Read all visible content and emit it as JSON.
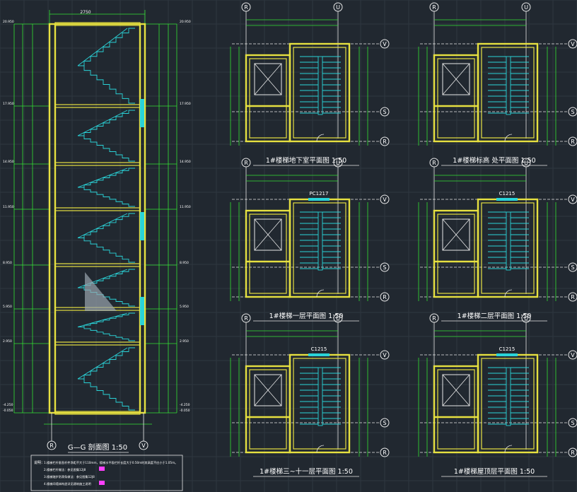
{
  "section": {
    "title": "G—G 剖面图  1:50",
    "axis_left": "R",
    "axis_right": "V",
    "top_dim": "2750",
    "elevations_left": [
      "20.950",
      "17.950",
      "14.950",
      "11.950",
      "8.950",
      "5.950",
      "2.950",
      "-0.050",
      "-4.250"
    ],
    "elevations_right": [
      "20.950",
      "17.950",
      "14.950",
      "11.950",
      "8.950",
      "5.950",
      "2.950",
      "-0.050",
      "-4.250"
    ]
  },
  "plans": [
    {
      "id": "basement",
      "title": "1#楼梯地下室平面图  1:50",
      "axis_left": "R",
      "axis_right": "U",
      "axis_top": "V",
      "axis_mid": "S",
      "axis_bottom": "R",
      "window": ""
    },
    {
      "id": "transfer",
      "title": "1#楼梯标高   处平面图  1:50",
      "axis_left": "R",
      "axis_right": "U",
      "axis_top": "V",
      "axis_mid": "S",
      "axis_bottom": "R",
      "window": ""
    },
    {
      "id": "floor1",
      "title": "1#楼梯一层平面图  1:50",
      "axis_left": "R",
      "axis_right": "U",
      "axis_top": "V",
      "axis_mid": "S",
      "axis_bottom": "R",
      "window": "PC1217"
    },
    {
      "id": "floor2",
      "title": "1#楼梯二层平面图  1:50",
      "axis_left": "R",
      "axis_right": "U",
      "axis_top": "V",
      "axis_mid": "S",
      "axis_bottom": "R",
      "window": "C1215"
    },
    {
      "id": "floor3_11",
      "title": "1#楼梯三~十一层平面图  1:50",
      "axis_left": "R",
      "axis_right": "U",
      "axis_top": "V",
      "axis_mid": "S",
      "axis_bottom": "R",
      "window": "C1215"
    },
    {
      "id": "roof",
      "title": "1#楼梯屋顶层平面图  1:50",
      "axis_left": "R",
      "axis_right": "U",
      "axis_top": "V",
      "axis_mid": "S",
      "axis_bottom": "R",
      "window": "C1215"
    }
  ],
  "notes": {
    "heading": "说明：",
    "lines": [
      "1.楼梯栏杆垂直杆件净距不大于110mm，楼梯水平段栏杆长度大于0.50m时其高度不应小于1.05m。",
      "2.楼梯栏杆做法：参见图集12J8",
      "3.楼梯踏步防滑条做法：参见图集12J8",
      "4.楼梯间墙体构造详见建筑施工说明"
    ]
  },
  "colors": {
    "background": "#212830",
    "wall": "#e6e040",
    "dimension": "#33e033",
    "stair": "#2ad3d8",
    "text": "#ffffff",
    "accent": "#ff40ff"
  }
}
